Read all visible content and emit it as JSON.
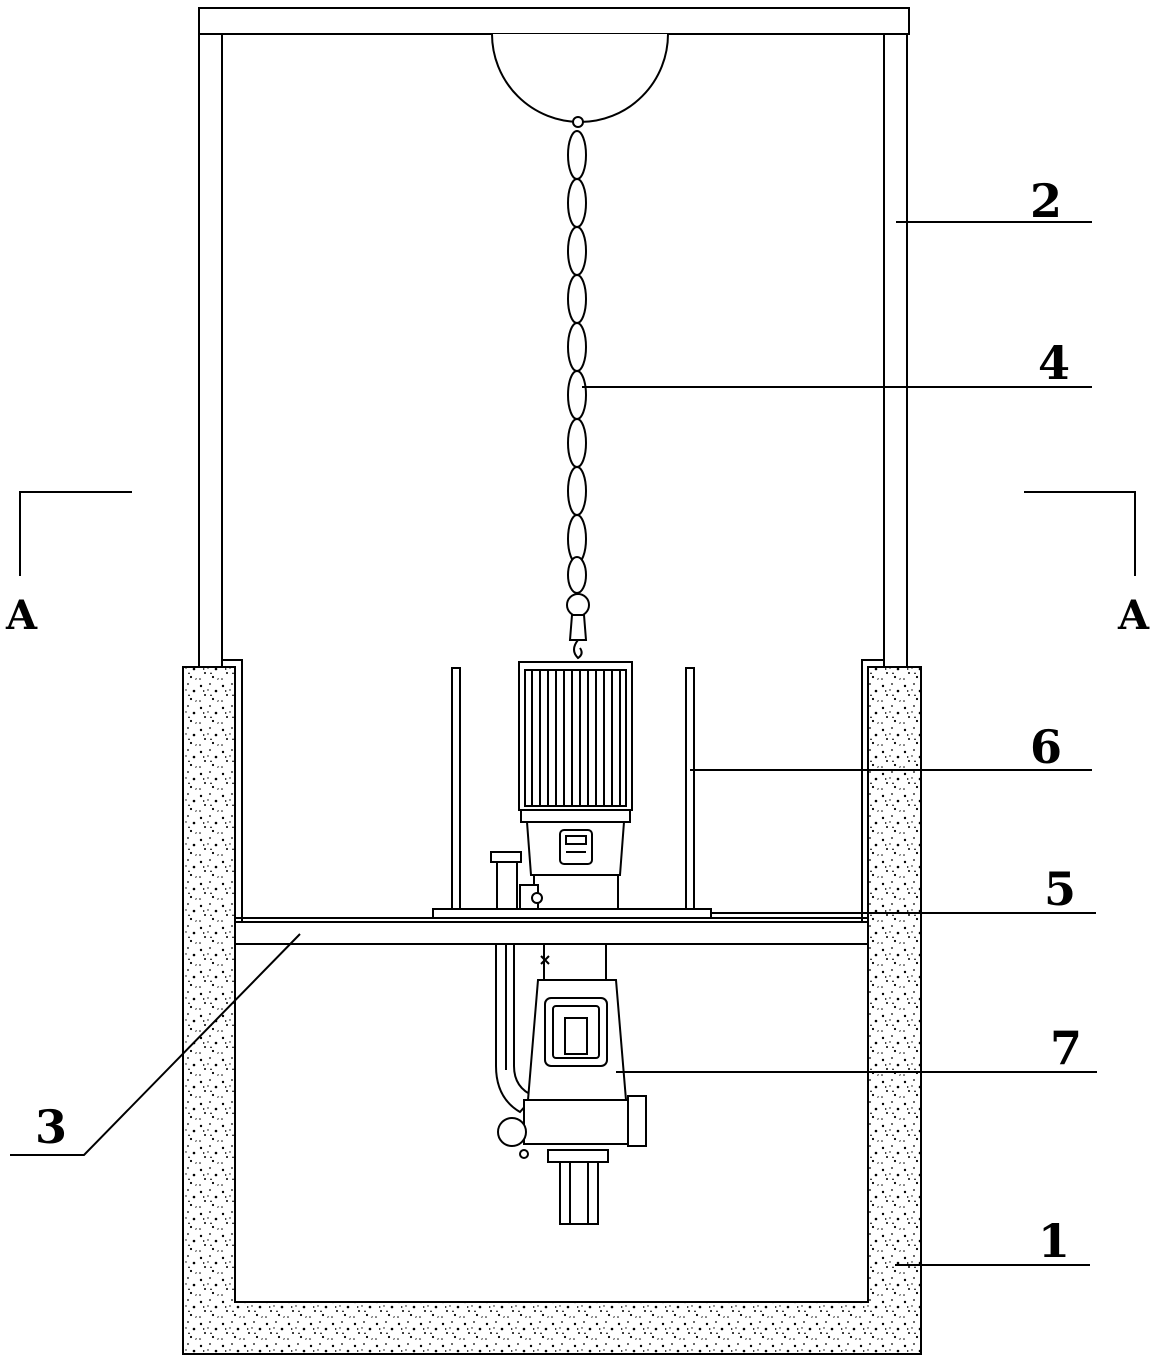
{
  "labels": {
    "pit": "1",
    "frame": "2",
    "beam": "3",
    "chain": "4",
    "platform": "5",
    "guard": "6",
    "pump": "7"
  },
  "section": {
    "left": "A",
    "right": "A"
  },
  "colors": {
    "line": "#000000",
    "concrete_speckle": "#000000",
    "background": "#ffffff"
  }
}
